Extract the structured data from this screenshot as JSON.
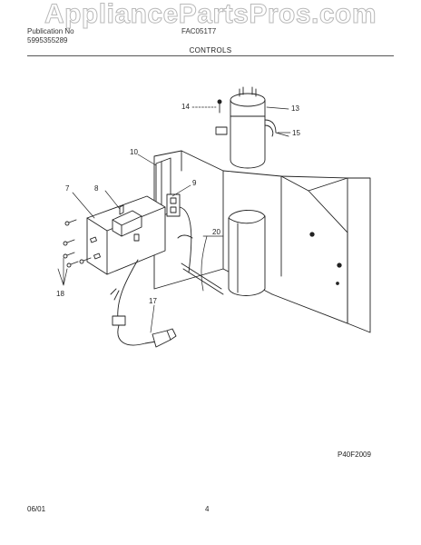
{
  "watermark": "AppliancePartsPros.com",
  "header": {
    "left_line1": "Publication No",
    "left_line2": "5995355289",
    "model": "FAC051T7"
  },
  "section_title": "CONTROLS",
  "callouts": {
    "c7": "7",
    "c8": "8",
    "c9": "9",
    "c10": "10",
    "c13": "13",
    "c14": "14",
    "c15": "15",
    "c17": "17",
    "c18": "18",
    "c20": "20"
  },
  "figure_code": "P40F2009",
  "footer": {
    "date": "06/01",
    "page": "4"
  }
}
